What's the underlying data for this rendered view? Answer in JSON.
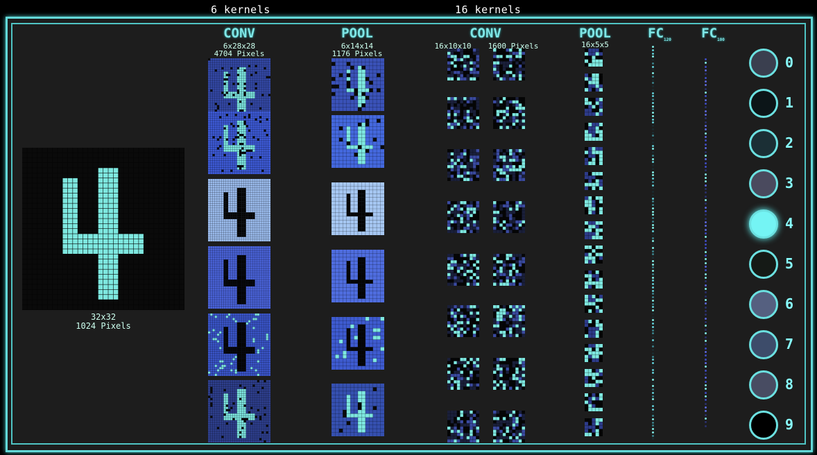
{
  "top_labels": {
    "conv1_kernels": "6 kernels",
    "conv2_kernels": "16 kernels"
  },
  "colors": {
    "accent": "#63d8d8",
    "cell_on": "#7ee8e0",
    "cell_dark": "#050505",
    "panel": "#1d1d1d",
    "node_active": "#74f4f4"
  },
  "input": {
    "digit": "4",
    "label_size": "32x32",
    "label_pixels": "1024 Pixels"
  },
  "layers": [
    {
      "id": "conv1",
      "title": "CONV",
      "size": "6x28x28",
      "pixels": "4704 Pixels",
      "maps": 6
    },
    {
      "id": "pool1",
      "title": "POOL",
      "size": "6x14x14",
      "pixels": "1176 Pixels",
      "maps": 6
    },
    {
      "id": "conv2",
      "title": "CONV",
      "size": "16x10x10",
      "pixels": "1600 Pixels",
      "maps": 16
    },
    {
      "id": "pool2",
      "title": "POOL",
      "size": "16x5x5",
      "pixels": "",
      "maps": 16
    },
    {
      "id": "fc1",
      "title": "FC",
      "sub": "120"
    },
    {
      "id": "fc2",
      "title": "FC",
      "sub": "100"
    }
  ],
  "conv1_backgrounds": [
    "#3449a8",
    "#3d5ad6",
    "#9bbcee",
    "#4a63d9",
    "#3a55c9",
    "#2e3f8e"
  ],
  "pool1_backgrounds": [
    "#3a52b8",
    "#4468dd",
    "#a6c7f2",
    "#4f6ddf",
    "#3e5bd0",
    "#3550b0"
  ],
  "outputs": [
    {
      "digit": "0",
      "activation": 0.3,
      "fill": "#3a3f4f"
    },
    {
      "digit": "1",
      "activation": 0.05,
      "fill": "#0c1518"
    },
    {
      "digit": "2",
      "activation": 0.15,
      "fill": "#1b2f35"
    },
    {
      "digit": "3",
      "activation": 0.35,
      "fill": "#4a4a5e"
    },
    {
      "digit": "4",
      "activation": 1.0,
      "fill": "#74f4f4"
    },
    {
      "digit": "5",
      "activation": 0.08,
      "fill": "#151a16"
    },
    {
      "digit": "6",
      "activation": 0.45,
      "fill": "#556080"
    },
    {
      "digit": "7",
      "activation": 0.4,
      "fill": "#3d4c6a"
    },
    {
      "digit": "8",
      "activation": 0.35,
      "fill": "#484c62"
    },
    {
      "digit": "9",
      "activation": 0.0,
      "fill": "#000000"
    }
  ]
}
